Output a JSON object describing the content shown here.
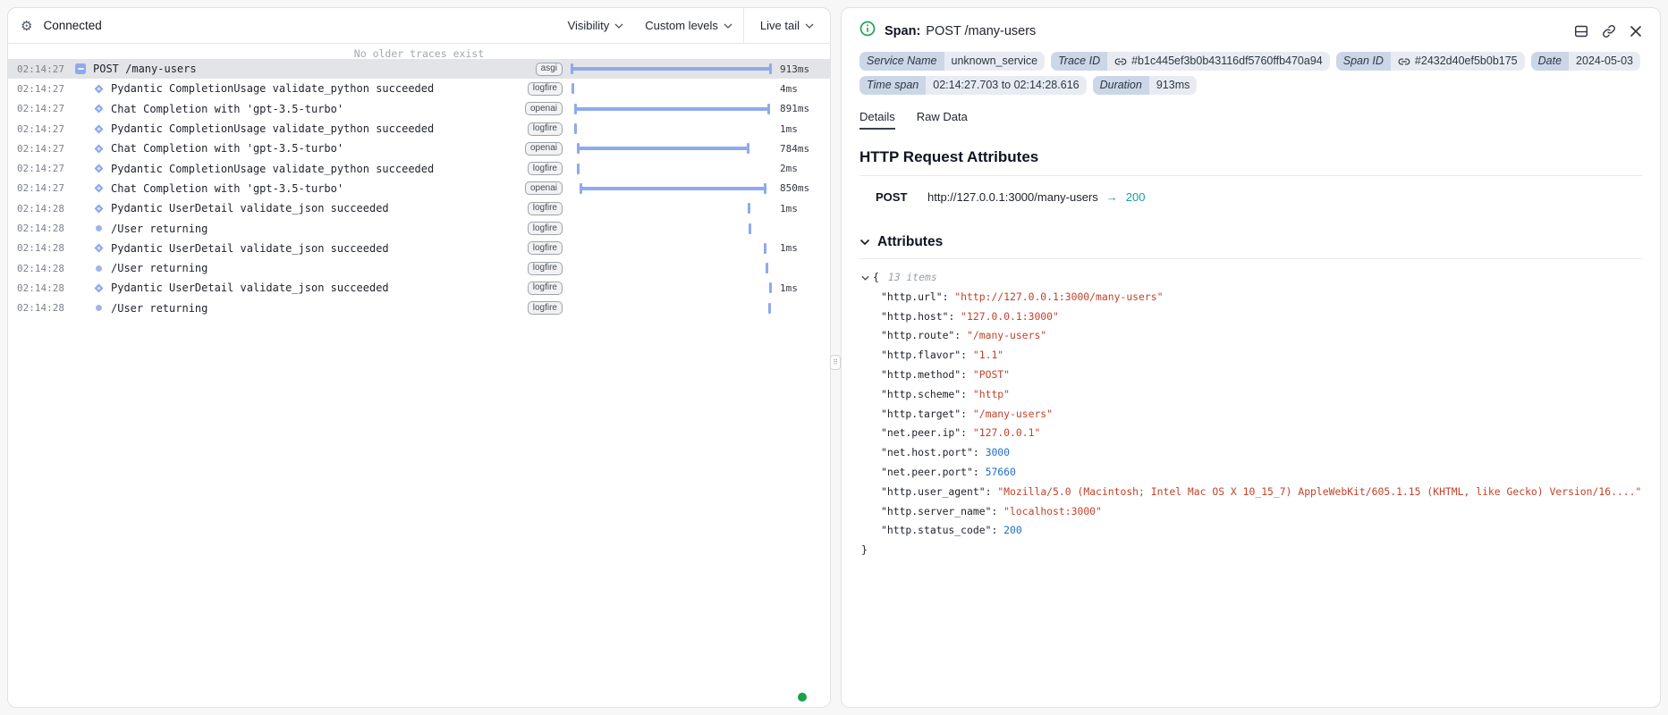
{
  "colors": {
    "bar": "#8faaec",
    "green_status": "#17a24b",
    "info_green": "#29a461",
    "string_value": "#c0432b",
    "number_value": "#1e6fc4",
    "teal_status": "#12a594",
    "badge_label_bg": "#cbd7e6",
    "badge_value_bg": "#e8ecf2"
  },
  "left_panel": {
    "status": "Connected",
    "toolbar": {
      "visibility": "Visibility",
      "custom_levels": "Custom levels",
      "live_tail": "Live tail"
    },
    "empty_notice": "No older traces exist",
    "rows": [
      {
        "time": "02:14:27",
        "icon": "minus-square",
        "name": "POST /many-users",
        "tag": "asgi",
        "duration": "913ms",
        "bar": {
          "type": "span",
          "start": 0,
          "end": 100
        },
        "selected": true,
        "indent": false
      },
      {
        "time": "02:14:27",
        "icon": "diamond",
        "name": "Pydantic CompletionUsage validate_python succeeded",
        "tag": "logfire",
        "duration": "4ms",
        "bar": {
          "type": "tick",
          "start": 0.6
        },
        "selected": false,
        "indent": true
      },
      {
        "time": "02:14:27",
        "icon": "diamond",
        "name": "Chat Completion with 'gpt-3.5-turbo'",
        "tag": "openai",
        "duration": "891ms",
        "bar": {
          "type": "span",
          "start": 1.6,
          "end": 98.9
        },
        "selected": false,
        "indent": true
      },
      {
        "time": "02:14:27",
        "icon": "diamond",
        "name": "Pydantic CompletionUsage validate_python succeeded",
        "tag": "logfire",
        "duration": "1ms",
        "bar": {
          "type": "tick",
          "start": 1.8
        },
        "selected": false,
        "indent": true
      },
      {
        "time": "02:14:27",
        "icon": "diamond",
        "name": "Chat Completion with 'gpt-3.5-turbo'",
        "tag": "openai",
        "duration": "784ms",
        "bar": {
          "type": "span",
          "start": 3.0,
          "end": 89.0
        },
        "selected": false,
        "indent": true
      },
      {
        "time": "02:14:27",
        "icon": "diamond",
        "name": "Pydantic CompletionUsage validate_python succeeded",
        "tag": "logfire",
        "duration": "2ms",
        "bar": {
          "type": "tick",
          "start": 2.9
        },
        "selected": false,
        "indent": true
      },
      {
        "time": "02:14:27",
        "icon": "diamond",
        "name": "Chat Completion with 'gpt-3.5-turbo'",
        "tag": "openai",
        "duration": "850ms",
        "bar": {
          "type": "span",
          "start": 4.4,
          "end": 97.5
        },
        "selected": false,
        "indent": true
      },
      {
        "time": "02:14:28",
        "icon": "diamond",
        "name": "Pydantic UserDetail validate_json succeeded",
        "tag": "logfire",
        "duration": "1ms",
        "bar": {
          "type": "tick",
          "start": 88.0
        },
        "selected": false,
        "indent": true
      },
      {
        "time": "02:14:28",
        "icon": "dot",
        "name": "/User returning",
        "tag": "logfire",
        "duration": "",
        "bar": {
          "type": "tick",
          "start": 88.6
        },
        "selected": false,
        "indent": true
      },
      {
        "time": "02:14:28",
        "icon": "diamond",
        "name": "Pydantic UserDetail validate_json succeeded",
        "tag": "logfire",
        "duration": "1ms",
        "bar": {
          "type": "tick",
          "start": 96.2
        },
        "selected": false,
        "indent": true
      },
      {
        "time": "02:14:28",
        "icon": "dot",
        "name": "/User returning",
        "tag": "logfire",
        "duration": "",
        "bar": {
          "type": "tick",
          "start": 96.8
        },
        "selected": false,
        "indent": true
      },
      {
        "time": "02:14:28",
        "icon": "diamond",
        "name": "Pydantic UserDetail validate_json succeeded",
        "tag": "logfire",
        "duration": "1ms",
        "bar": {
          "type": "tick",
          "start": 98.8
        },
        "selected": false,
        "indent": true
      },
      {
        "time": "02:14:28",
        "icon": "dot",
        "name": "/User returning",
        "tag": "logfire",
        "duration": "",
        "bar": {
          "type": "tick",
          "start": 98.4
        },
        "selected": false,
        "indent": true
      }
    ]
  },
  "right_panel": {
    "header": {
      "kind_label": "Span:",
      "title": "POST /many-users"
    },
    "badges_row1": [
      {
        "label": "Service Name",
        "value": "unknown_service",
        "link": false
      },
      {
        "label": "Trace ID",
        "value": "#b1c445ef3b0b43116df5760ffb470a94",
        "link": true
      },
      {
        "label": "Span ID",
        "value": "#2432d40ef5b0b175",
        "link": true
      },
      {
        "label": "Date",
        "value": "2024-05-03",
        "link": false
      }
    ],
    "badges_row2": [
      {
        "label": "Time span",
        "value": "02:14:27.703 to 02:14:28.616",
        "link": false
      },
      {
        "label": "Duration",
        "value": "913ms",
        "link": false
      }
    ],
    "tabs": [
      "Details",
      "Raw Data"
    ],
    "http_section": {
      "heading": "HTTP Request Attributes",
      "method": "POST",
      "url": "http://127.0.0.1:3000/many-users",
      "arrow": "→",
      "status_code": "200"
    },
    "attributes": {
      "heading": "Attributes",
      "open_brace": "{",
      "close_brace": "}",
      "items_label": "13 items",
      "entries": [
        {
          "key": "http.url",
          "value": "http://127.0.0.1:3000/many-users",
          "type": "string"
        },
        {
          "key": "http.host",
          "value": "127.0.0.1:3000",
          "type": "string"
        },
        {
          "key": "http.route",
          "value": "/many-users",
          "type": "string"
        },
        {
          "key": "http.flavor",
          "value": "1.1",
          "type": "string"
        },
        {
          "key": "http.method",
          "value": "POST",
          "type": "string"
        },
        {
          "key": "http.scheme",
          "value": "http",
          "type": "string"
        },
        {
          "key": "http.target",
          "value": "/many-users",
          "type": "string"
        },
        {
          "key": "net.peer.ip",
          "value": "127.0.0.1",
          "type": "string"
        },
        {
          "key": "net.host.port",
          "value": "3000",
          "type": "number"
        },
        {
          "key": "net.peer.port",
          "value": "57660",
          "type": "number"
        },
        {
          "key": "http.user_agent",
          "value": "Mozilla/5.0 (Macintosh; Intel Mac OS X 10_15_7) AppleWebKit/605.1.15 (KHTML, like Gecko) Version/16....",
          "type": "string"
        },
        {
          "key": "http.server_name",
          "value": "localhost:3000",
          "type": "string"
        },
        {
          "key": "http.status_code",
          "value": "200",
          "type": "number"
        }
      ]
    }
  }
}
